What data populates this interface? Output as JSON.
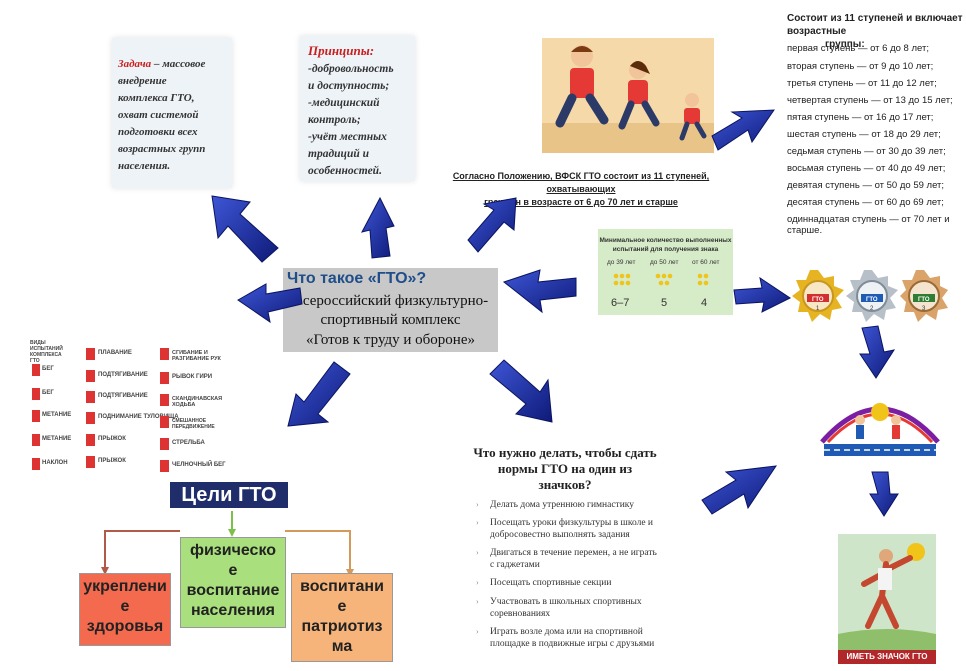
{
  "task": {
    "label": "Задача",
    "dash": " – ",
    "text_start": "массовое",
    "lines": [
      "внедрение",
      "комплекса ГТО,",
      "охват системой",
      "подготовки всех",
      "возрастных групп",
      "населения."
    ]
  },
  "principles": {
    "label": "Принципы:",
    "lines": [
      "-добровольность",
      "и доступность;",
      "-медицинский",
      "контроль;",
      "-учёт местных",
      "традиций и",
      "особенностей."
    ]
  },
  "center": {
    "title": "Что такое «ГТО»?",
    "line1": "Всероссийский физкультурно-",
    "line2": "спортивный комплекс",
    "line3": "«Готов к труду и обороне»"
  },
  "regulation": {
    "line1": "Согласно Положению, ВФСК ГТО состоит из 11 ступеней, охватывающих",
    "line2": "граждан в возрасте от 6 до 70 лет и старше"
  },
  "stages": {
    "heading1": "Состоит из 11 ступеней и включает возрастные",
    "heading2": "группы:",
    "items": [
      "первая ступень — от 6 до 8 лет;",
      "вторая ступень — от 9 до 10 лет;",
      "третья ступень — от 11 до 12 лет;",
      "четвертая ступень — от 13 до 15 лет;",
      "пятая ступень — от 16 до 17 лет;",
      "шестая ступень — от 18 до 29 лет;",
      "седьмая ступень — от 30 до 39 лет;",
      "восьмая ступень — от 40 до 49 лет;",
      "девятая ступень — от 50 до 59 лет;",
      "десятая ступень — от 60 до 69 лет;",
      "одиннадцатая ступень — от 70 лет и старше."
    ]
  },
  "min_tests": {
    "title1": "Минимальное количество выполненных",
    "title2": "испытаний для получения знака",
    "cols": [
      {
        "age": "до 39 лет",
        "value": "6–7"
      },
      {
        "age": "до 50 лет",
        "value": "5"
      },
      {
        "age": "от 60 лет",
        "value": "4"
      }
    ],
    "bg": "#d6ebc7"
  },
  "badges": [
    {
      "label": "ГТО",
      "num": "1",
      "color": "#d4a017"
    },
    {
      "label": "ГТО",
      "num": "2",
      "color": "#a8b4c0"
    },
    {
      "label": "ГТО",
      "num": "3",
      "color": "#c8963e"
    }
  ],
  "sports": {
    "header": "ВИДЫ ИСПЫТАНИЙ КОМПЛЕКСА ГТО",
    "col1": [
      "БЕГ",
      "БЕГ",
      "МЕТАНИЕ",
      "МЕТАНИЕ",
      "НАКЛОН"
    ],
    "col2": [
      "ПЛАВАНИЕ",
      "ПОДТЯГИВАНИЕ",
      "ПОДТЯГИВАНИЕ",
      "ПОДНИМАНИЕ ТУЛОВИЩА",
      "ПРЫЖОК",
      "ПРЫЖОК"
    ],
    "col3": [
      "СГИБАНИЕ И РАЗГИБАНИЕ РУК",
      "РЫВОК ГИРИ",
      "СКАНДИНАВСКАЯ ХОДЬБА",
      "СМЕШАННОЕ ПЕРЕДВИЖЕНИЕ",
      "СТРЕЛЬБА",
      "ЧЕЛНОЧНЫЙ БЕГ"
    ]
  },
  "goals": {
    "title": "Цели ГТО",
    "box1": [
      "укреплени",
      "е",
      "здоровья"
    ],
    "box2": [
      "физическо",
      "е",
      "воспитание",
      "населения"
    ],
    "box3": [
      "воспитани",
      "е",
      "патриотиз",
      "ма"
    ]
  },
  "steps": {
    "title1": "Что нужно делать, чтобы сдать",
    "title2": "нормы ГТО на один из",
    "title3": "значков?",
    "items": [
      [
        "Делать дома утреннюю гимнастику"
      ],
      [
        "Посещать уроки физкультуры в школе и",
        "добросовестно выполнять задания"
      ],
      [
        "Двигаться в течение перемен, а не играть",
        "с гаджетами"
      ],
      [
        "Посещать спортивные секции"
      ],
      [
        "Участвовать в школьных спортивных",
        "соревнованиях"
      ],
      [
        "Играть возле дома или на спортивной",
        "площадке в подвижные игры с друзьями"
      ]
    ]
  },
  "poster": {
    "caption": "ИМЕТЬ ЗНАЧОК ГТО"
  },
  "colors": {
    "arrow": "#1a2a9c",
    "title_blue": "#1f4e8a",
    "accent_red": "#c81e1e"
  }
}
